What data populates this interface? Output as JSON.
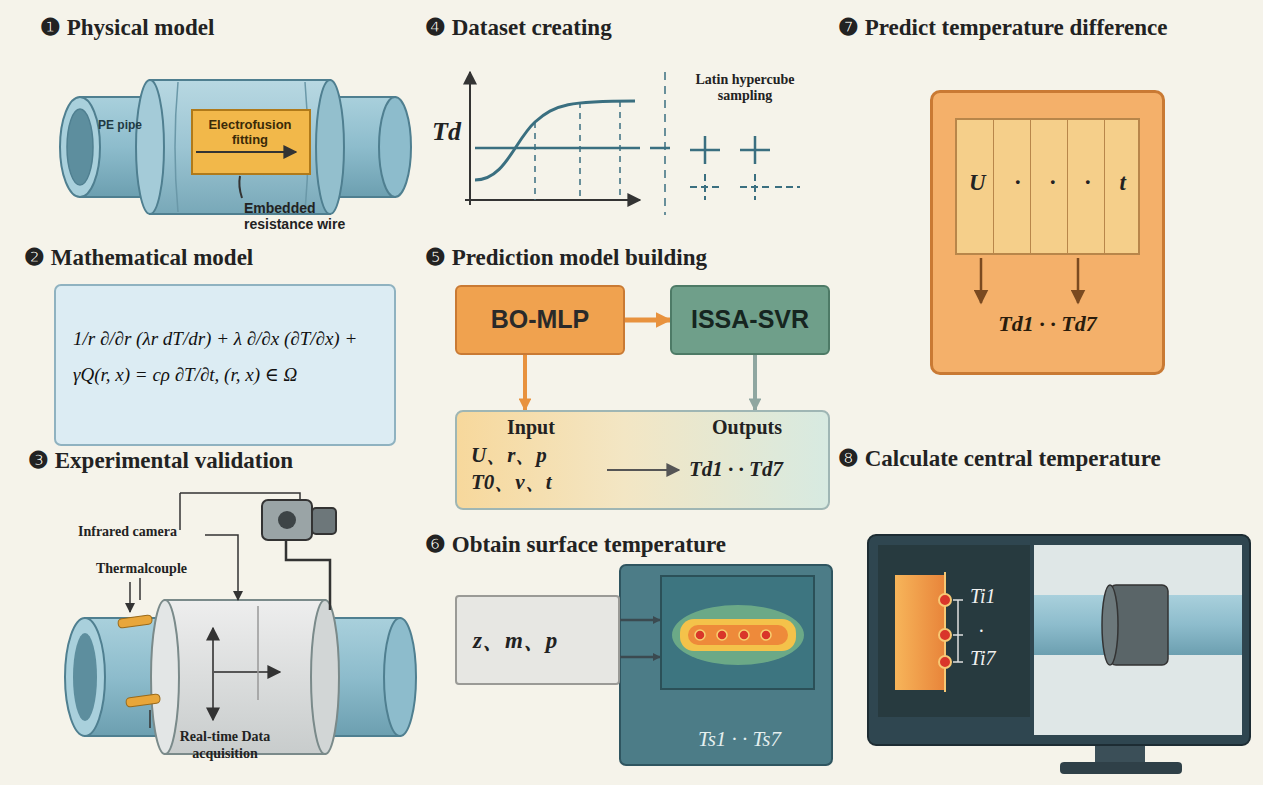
{
  "diagram": {
    "nodes": [
      {
        "text": [
          "1/r ∂/∂r (λr dT/dr) + λ ∂/∂x (∂T/∂x) + γQ(r, x) = cρ ∂T/∂t, (r, x) ∈ Ω"
        ]
      },
      {
        "text": [
          "BO-MLP"
        ]
      },
      {
        "text": [
          "ISSA-SVR"
        ]
      },
      {
        "text": [
          "Input",
          "U、r、p T0、v、t",
          "Outputs",
          "Td1 · · Td7"
        ]
      },
      {
        "text": [
          "z、m、p"
        ]
      },
      {
        "text": [
          "Ts1 · · Ts7"
        ]
      },
      {
        "text": [
          "Td1 · · Td7"
        ]
      },
      {
        "text": [
          "U · · · t"
        ],
        "in": 6
      },
      {
        "text": [
          "Ti1",
          "·",
          "Ti7"
        ]
      }
    ],
    "edges": [
      {
        "from": 1,
        "to": 2,
        "arrow": "to"
      },
      {
        "from": 1,
        "to": 3,
        "arrow": "to"
      },
      {
        "from": 2,
        "to": 3,
        "arrow": "to"
      },
      {
        "from": 4,
        "to": 5,
        "arrow": "to"
      }
    ],
    "labels": [
      "❶ Physical model",
      "❷ Mathematical model",
      "❸ Experimental validation",
      "❹ Dataset creating",
      "❺ Prediction model building",
      "❻ Obtain surface temperature",
      "❼ Predict temperature difference",
      "❽ Calculate central temperature",
      "PE pipe",
      "Electrofusion fitting",
      "Embedded resistance wire",
      "Td",
      "Latin hypercube sampling",
      "Infrared camera",
      "Thermalcouple",
      "Real-time Data acquisition"
    ]
  }
}
